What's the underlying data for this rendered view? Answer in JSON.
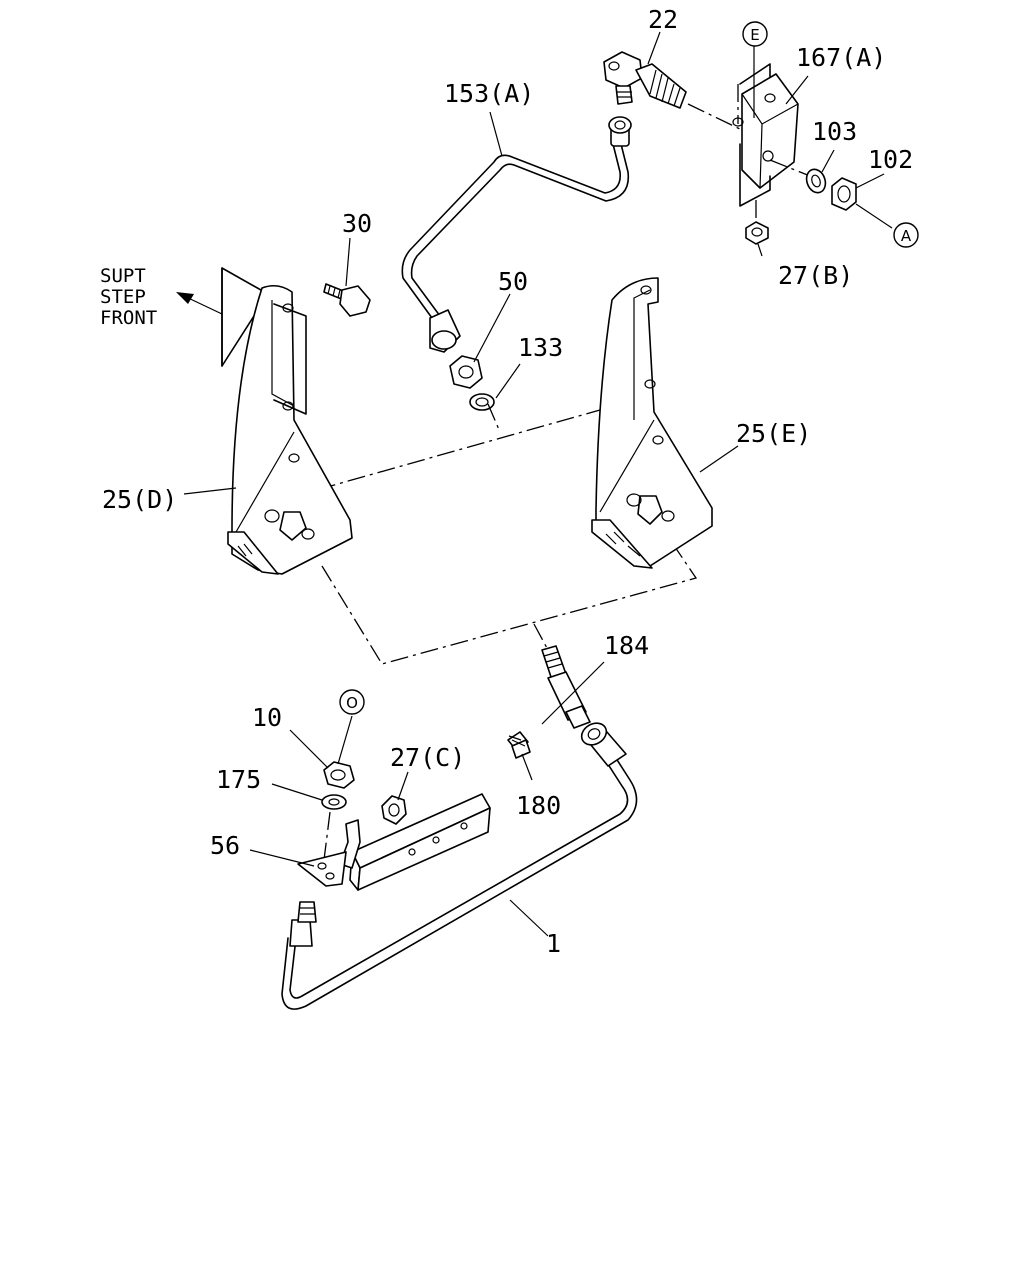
{
  "front_note": [
    "SUPT",
    "STEP",
    "FRONT"
  ],
  "callouts": {
    "c22": "22",
    "c153a": "153(A)",
    "c167a": "167(A)",
    "c103": "103",
    "c102": "102",
    "c27b": "27(B)",
    "c30": "30",
    "c50": "50",
    "c133": "133",
    "c25e": "25(E)",
    "c25d": "25(D)",
    "c184": "184",
    "c10": "10",
    "c175": "175",
    "c27c": "27(C)",
    "c180": "180",
    "c56": "56",
    "c1": "1"
  },
  "refs": {
    "ref_e": "E",
    "ref_a": "A",
    "ref_o": "O"
  }
}
